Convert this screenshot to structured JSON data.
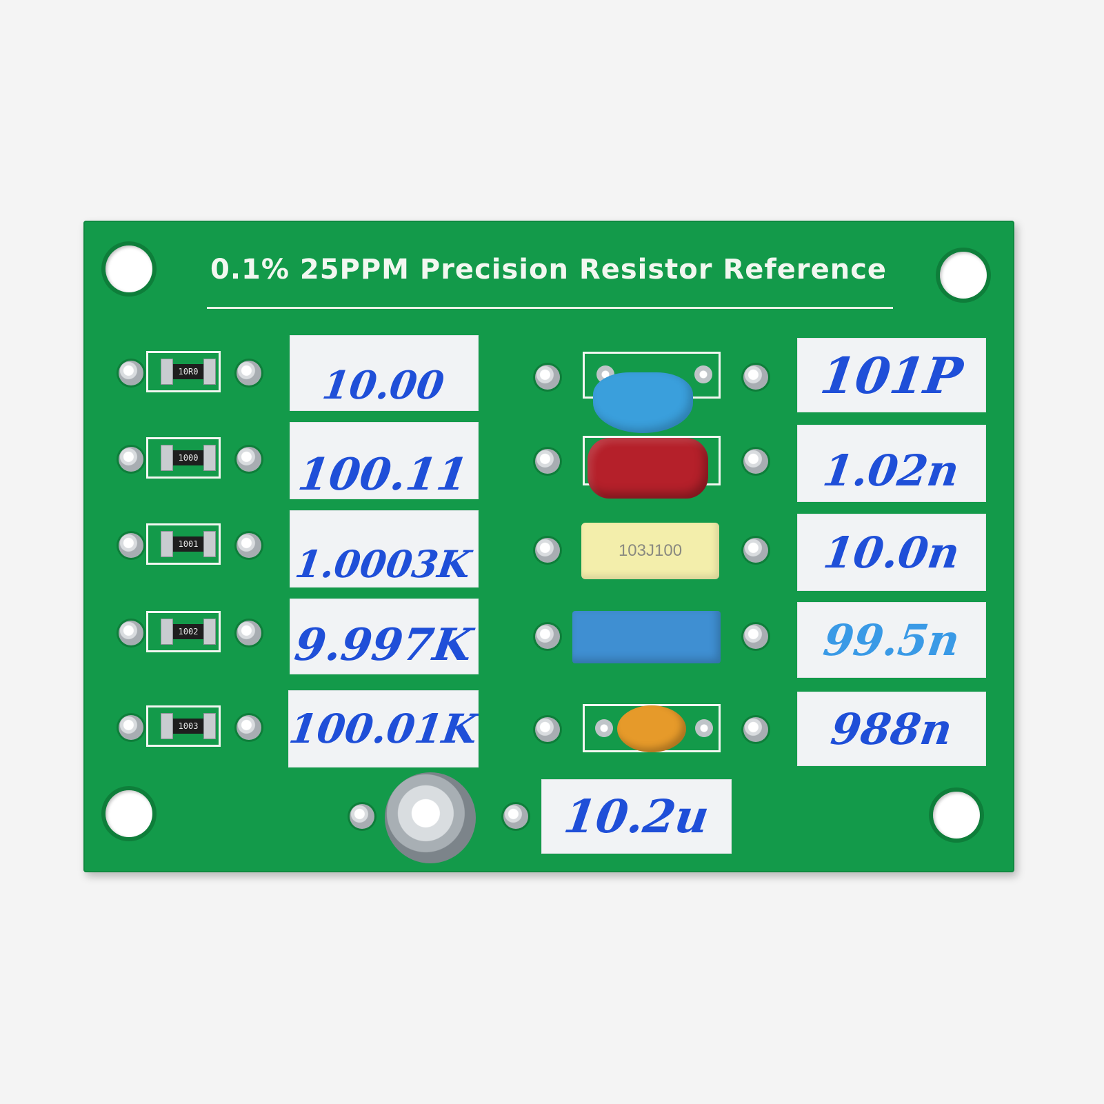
{
  "board": {
    "title": "0.1% 25PPM Precision Resistor Reference",
    "pcb_color": "#139a4a",
    "ink_color": "#1f4fd8"
  },
  "resistors": [
    {
      "marking": "10R0",
      "value": "10.00"
    },
    {
      "marking": "1000",
      "value": "100.11"
    },
    {
      "marking": "1001",
      "value": "1.0003K"
    },
    {
      "marking": "1002",
      "value": "9.997K"
    },
    {
      "marking": "1003",
      "value": "100.01K"
    }
  ],
  "capacitors": [
    {
      "marking": "",
      "value": "101P"
    },
    {
      "marking": "",
      "value": "1.02n"
    },
    {
      "marking": "103J100",
      "value": "10.0n"
    },
    {
      "marking": "",
      "value": "99.5n"
    },
    {
      "marking": "",
      "value": "988n"
    }
  ],
  "electrolytic": {
    "value": "10.2u"
  }
}
